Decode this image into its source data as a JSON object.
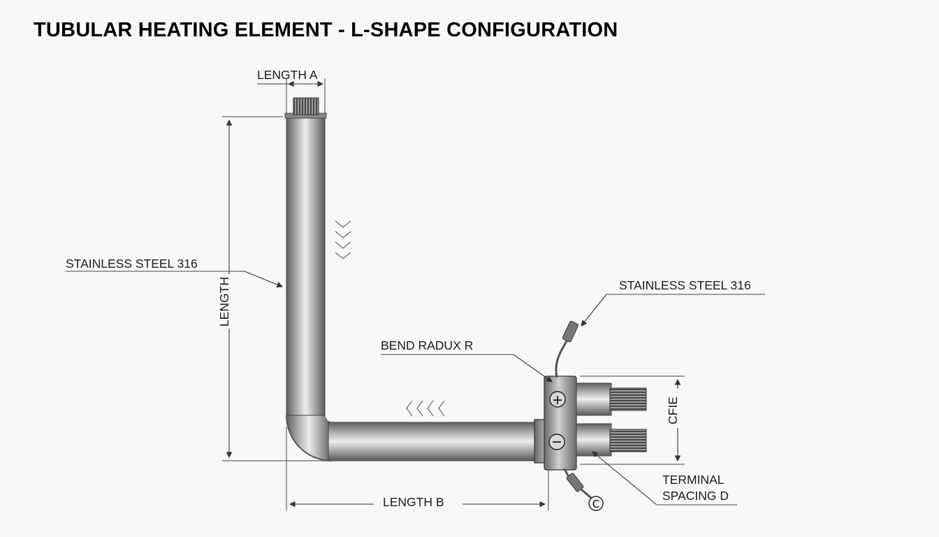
{
  "title": "TUBULAR HEATING ELEMENT - L-SHAPE CONFIGURATION",
  "labels": {
    "length_a": "LENGTH A",
    "length_vertical": "LENGTH",
    "length_b": "LENGTH B",
    "material_left": "STAINLESS STEEL 316",
    "material_right": "STAINLESS STEEL 316",
    "bend_radius": "BEND RADUX R",
    "cfie": "CFIE",
    "terminal_line1": "TERMINAL",
    "terminal_line2": "SPACING D",
    "ground_symbol": "C",
    "plus_symbol": "+",
    "minus_symbol": "−"
  },
  "colors": {
    "background": "#f8f8f8",
    "tube_dark": "#6e6e6e",
    "tube_light": "#e6e6e6",
    "line": "#333333"
  }
}
